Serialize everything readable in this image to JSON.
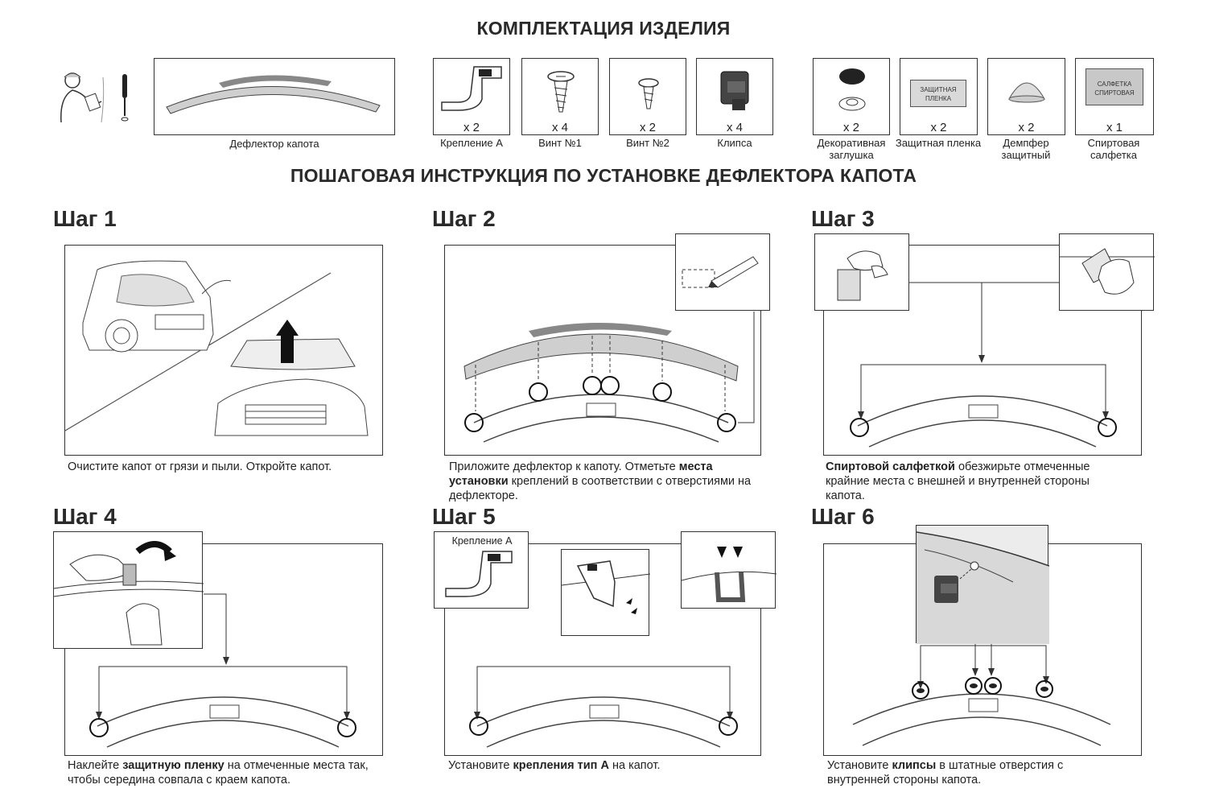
{
  "kit": {
    "title": "КОМПЛЕКТАЦИЯ ИЗДЕЛИЯ",
    "deflector_caption": "Дефлектор капота",
    "items": [
      {
        "icon": "bracket-a-icon",
        "qty": "x 2",
        "caption": "Крепление  А"
      },
      {
        "icon": "screw-1-icon",
        "qty": "x 4",
        "caption": "Винт №1"
      },
      {
        "icon": "screw-2-icon",
        "qty": "x 2",
        "caption": "Винт №2"
      },
      {
        "icon": "clip-icon",
        "qty": "x 4",
        "caption": "Клипса"
      },
      {
        "icon": "decorative-cap-icon",
        "qty": "x 2",
        "caption": "Декоративная заглушка"
      },
      {
        "icon": "protective-film-icon",
        "qty": "x 2",
        "caption": "Защитная пленка",
        "inner": "ЗАЩИТНАЯ ПЛЕНКА"
      },
      {
        "icon": "damper-icon",
        "qty": "x 2",
        "caption": "Демпфер защитный"
      },
      {
        "icon": "alcohol-wipe-icon",
        "qty": "x 1",
        "caption": "Спиртовая салфетка",
        "inner": "САЛФЕТКА СПИРТОВАЯ"
      }
    ]
  },
  "instructions": {
    "title": "ПОШАГОВАЯ ИНСТРУКЦИЯ ПО УСТАНОВКЕ ДЕФЛЕКТОРА КАПОТА"
  },
  "steps": [
    {
      "title": "Шаг 1",
      "text": "Очистите капот от грязи и пыли. Откройте капот."
    },
    {
      "title": "Шаг 2",
      "pre": "Приложите дефлектор к капоту. Отметьте ",
      "bold": "места установки",
      "post": " креплений в соответствии с отверстиями на дефлекторе."
    },
    {
      "title": "Шаг 3",
      "pre": "",
      "bold": "Спиртовой салфеткой",
      "post": " обезжирьте отмеченные крайние места с внешней и внутренней стороны капота."
    },
    {
      "title": "Шаг 4",
      "pre": "Наклейте ",
      "bold": "защитную пленку",
      "post": " на отмеченные места так, чтобы середина совпала с краем капота."
    },
    {
      "title": "Шаг 5",
      "pre": "Установите ",
      "bold": "крепления тип А",
      "post": " на капот.",
      "inset_label": "Крепление  А"
    },
    {
      "title": "Шаг 6",
      "pre": "Установите ",
      "bold": "клипсы",
      "post": " в штатные отверстия с внутренней стороны капота."
    }
  ]
}
